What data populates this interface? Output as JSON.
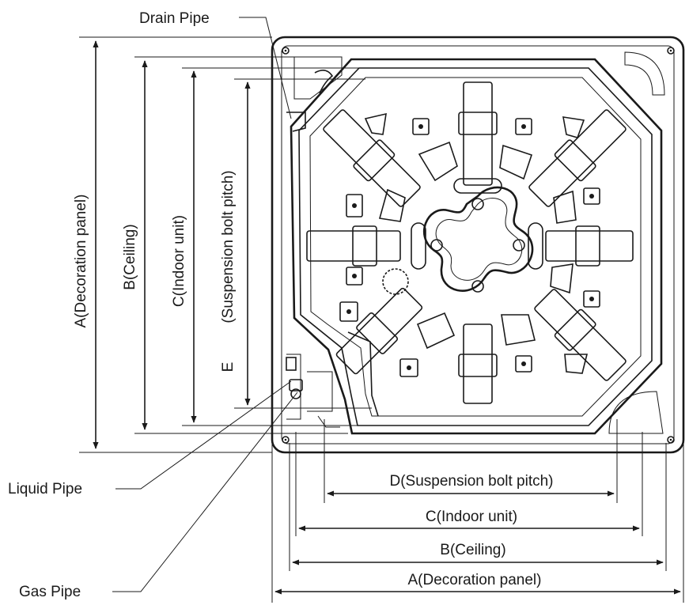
{
  "labels": {
    "drain_pipe": "Drain Pipe",
    "liquid_pipe": "Liquid Pipe",
    "gas_pipe": "Gas Pipe"
  },
  "dimensions": {
    "vertical": {
      "a": "A(Decoration panel)",
      "b": "B(Ceiling)",
      "c": "C(Indoor unit)",
      "suspension": "(Suspension bolt pitch)",
      "e": "E"
    },
    "horizontal": {
      "d": "D(Suspension bolt pitch)",
      "c": "C(Indoor unit)",
      "b": "B(Ceiling)",
      "a": "A(Decoration panel)"
    }
  },
  "colors": {
    "line": "#1a1a1a",
    "background": "#ffffff"
  }
}
